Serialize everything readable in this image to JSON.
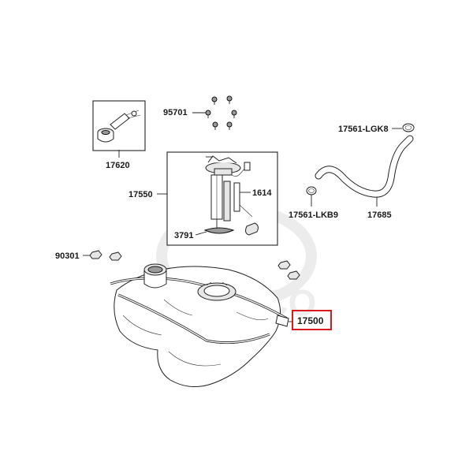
{
  "watermark": {
    "text": "KYMCO"
  },
  "highlight_color": "#d9191c",
  "callouts": {
    "p17620": "17620",
    "p95701": "95701",
    "p17561_lgk8": "17561-LGK8",
    "p17550": "17550",
    "p1614": "1614",
    "p3791": "3791",
    "p17561_lkb9": "17561-LKB9",
    "p17685": "17685",
    "p90301": "90301",
    "p17500": "17500"
  }
}
